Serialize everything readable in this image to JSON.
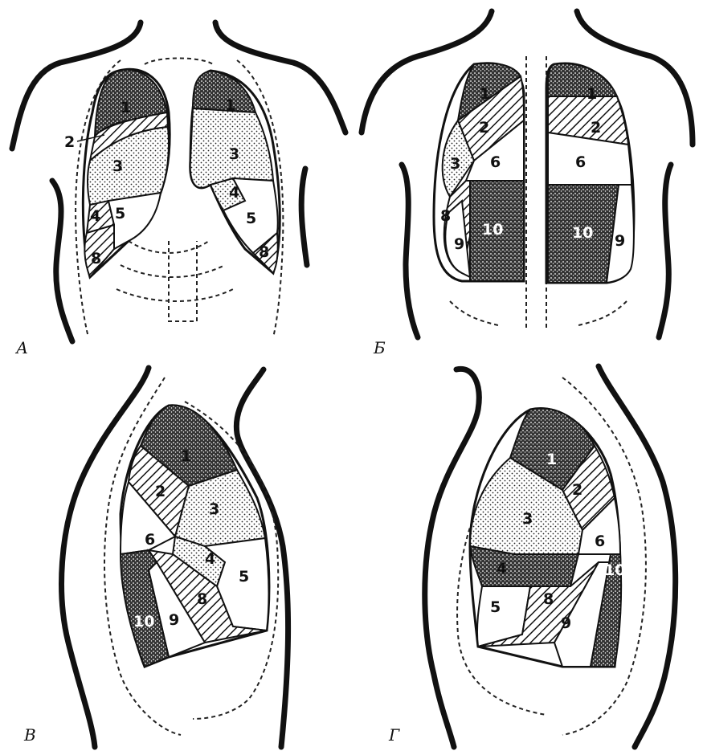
{
  "panels": [
    {
      "letter": "А",
      "segments": [
        "1",
        "2",
        "3",
        "4",
        "5",
        "8",
        "1",
        "3",
        "4",
        "5",
        "8"
      ]
    },
    {
      "letter": "Б",
      "segments": [
        "1",
        "2",
        "3",
        "6",
        "8",
        "9",
        "10",
        "1",
        "2",
        "6",
        "10",
        "9"
      ]
    },
    {
      "letter": "В",
      "segments": [
        "1",
        "2",
        "3",
        "6",
        "4",
        "5",
        "8",
        "9",
        "10"
      ]
    },
    {
      "letter": "Г",
      "segments": [
        "1",
        "2",
        "3",
        "6",
        "4",
        "5",
        "8",
        "9",
        "10"
      ]
    }
  ],
  "patterns": {
    "dots": "stipple",
    "hatch": "diagonal-hatch",
    "dense": "cross-dense",
    "blank": "none"
  }
}
